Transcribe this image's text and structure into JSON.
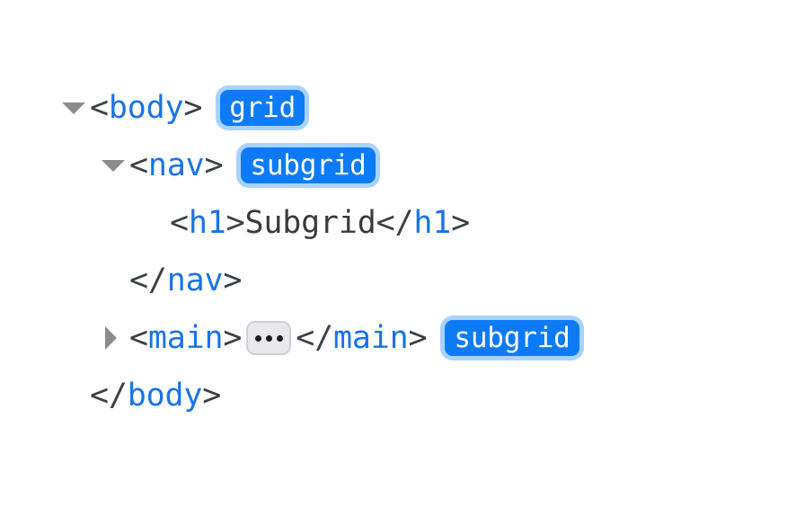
{
  "panel": {
    "name": "dom-tree-inspector",
    "background_color": "#ffffff"
  },
  "colors": {
    "tag_name": "#1a73e8",
    "punctuation": "#3c4043",
    "text_node": "#3b3b3b",
    "badge_background": "#0d7bf7",
    "badge_text": "#ffffff",
    "badge_ring": "#a9d2fc",
    "twisty": "#8c8c8c",
    "ellipsis_background": "#e9e9ed",
    "ellipsis_border": "#cfcfd6"
  },
  "rows": [
    {
      "id": "body-open",
      "indent": 0,
      "twisty": "triangle-down-icon",
      "twisty_state": "expanded",
      "open_bracket": "<",
      "tag": "body",
      "close_bracket": ">",
      "badge": "grid"
    },
    {
      "id": "nav-open",
      "indent": 1,
      "twisty": "triangle-down-icon",
      "twisty_state": "expanded",
      "open_bracket": "<",
      "tag": "nav",
      "close_bracket": ">",
      "badge": "subgrid"
    },
    {
      "id": "h1-element",
      "indent": 2,
      "twisty": null,
      "open_bracket": "<",
      "tag": "h1",
      "close_bracket": ">",
      "text": "Subgrid",
      "end_open_bracket": "</",
      "end_tag": "h1",
      "end_close_bracket": ">"
    },
    {
      "id": "nav-close",
      "indent": 1,
      "twisty": null,
      "end_open_bracket": "</",
      "end_tag": "nav",
      "end_close_bracket": ">"
    },
    {
      "id": "main-collapsed",
      "indent": 1,
      "twisty": "triangle-right-icon",
      "twisty_state": "collapsed",
      "open_bracket": "<",
      "tag": "main",
      "close_bracket": ">",
      "ellipsis": "…",
      "end_open_bracket": "</",
      "end_tag": "main",
      "end_close_bracket": ">",
      "badge": "subgrid"
    },
    {
      "id": "body-close",
      "indent": 0,
      "twisty": null,
      "end_open_bracket": "</",
      "end_tag": "body",
      "end_close_bracket": ">"
    }
  ]
}
